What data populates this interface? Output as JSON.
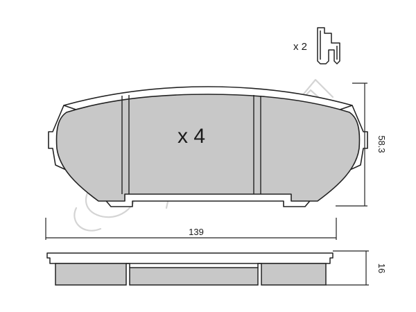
{
  "drawing": {
    "quantity_label": "x 4",
    "clip_quantity_label": "x 2",
    "dimensions": {
      "width": "139",
      "height": "58.3",
      "thickness": "16"
    },
    "watermark_text": "cifam"
  },
  "colors": {
    "pad_fill": "#c8c8c8",
    "backing_fill": "#ffffff",
    "line": "#222222",
    "watermark": "#d4d4d4"
  }
}
